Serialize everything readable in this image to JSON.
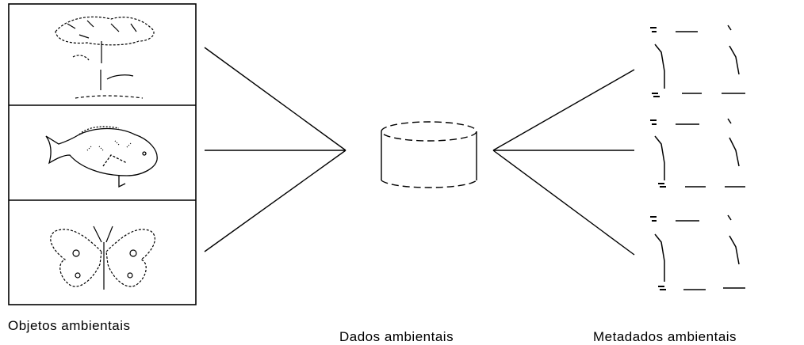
{
  "labels": {
    "objetos": "Objetos ambientais",
    "dados": "Dados ambientais",
    "metadados": "Metadados ambientais"
  },
  "objects": [
    {
      "icon": "tree-icon"
    },
    {
      "icon": "fish-icon"
    },
    {
      "icon": "butterfly-icon"
    }
  ],
  "database": {
    "icon": "database-cylinder-icon"
  },
  "metadata_documents": [
    {
      "icon": "metadata-document-icon"
    },
    {
      "icon": "metadata-document-icon"
    },
    {
      "icon": "metadata-document-icon"
    }
  ],
  "colors": {
    "stroke": "#000000",
    "background": "#ffffff"
  }
}
